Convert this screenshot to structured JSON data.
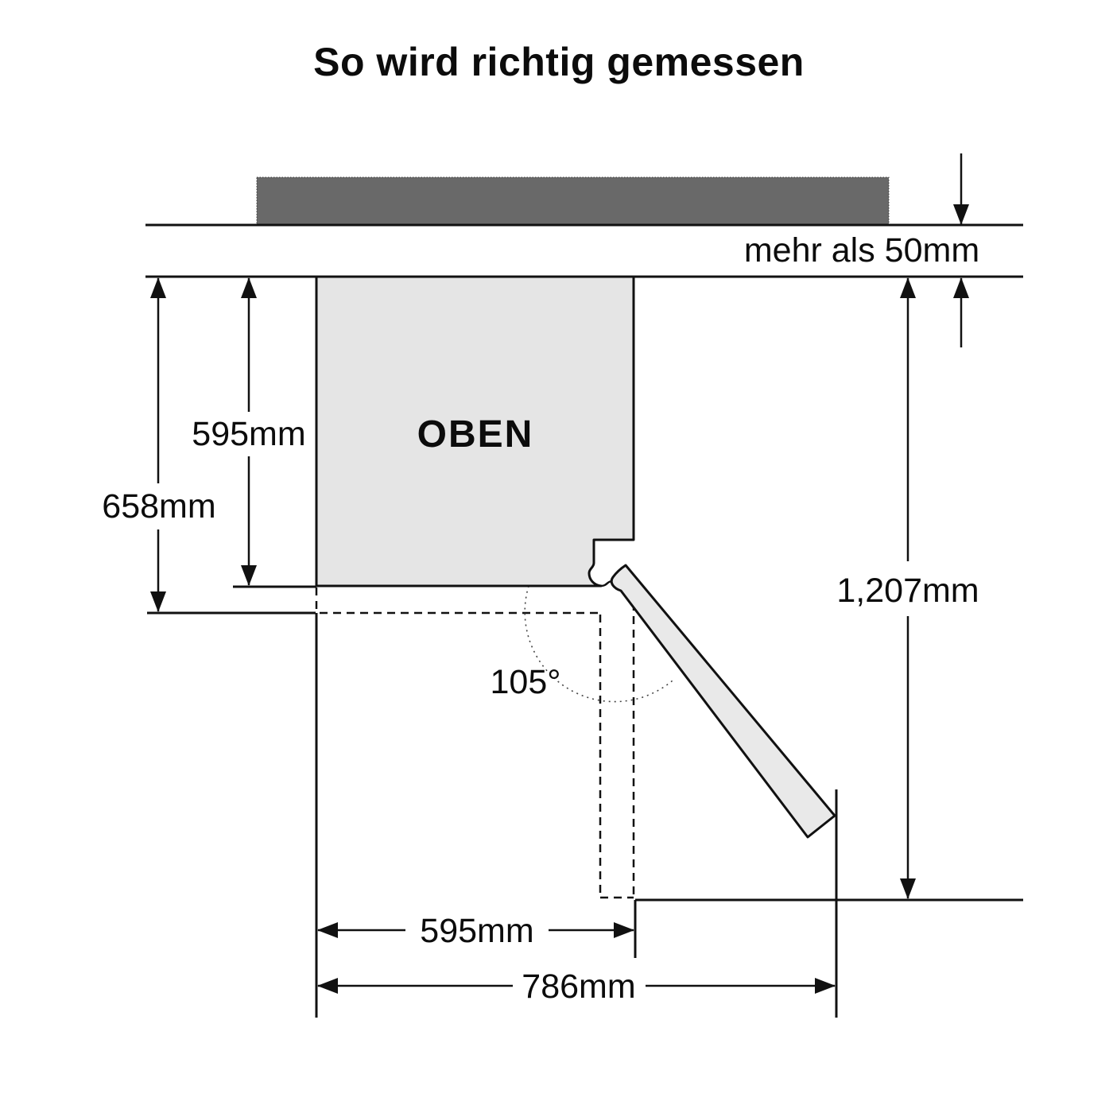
{
  "title": "So wird richtig gemessen",
  "diagram": {
    "top_view_label": "OBEN",
    "clearance_label": "mehr als 50mm",
    "door_angle_label": "105°",
    "dimensions": {
      "cabinet_depth": "595mm",
      "depth_with_door": "658mm",
      "total_depth_door_open": "1,207mm",
      "cabinet_width": "595mm",
      "width_door_open": "786mm"
    },
    "colors": {
      "wall_fill": "#696969",
      "wall_stroke": "#3c3c3c",
      "cabinet_fill": "#e5e5e5",
      "door_fill": "#e9e9e9",
      "line": "#111111"
    }
  }
}
